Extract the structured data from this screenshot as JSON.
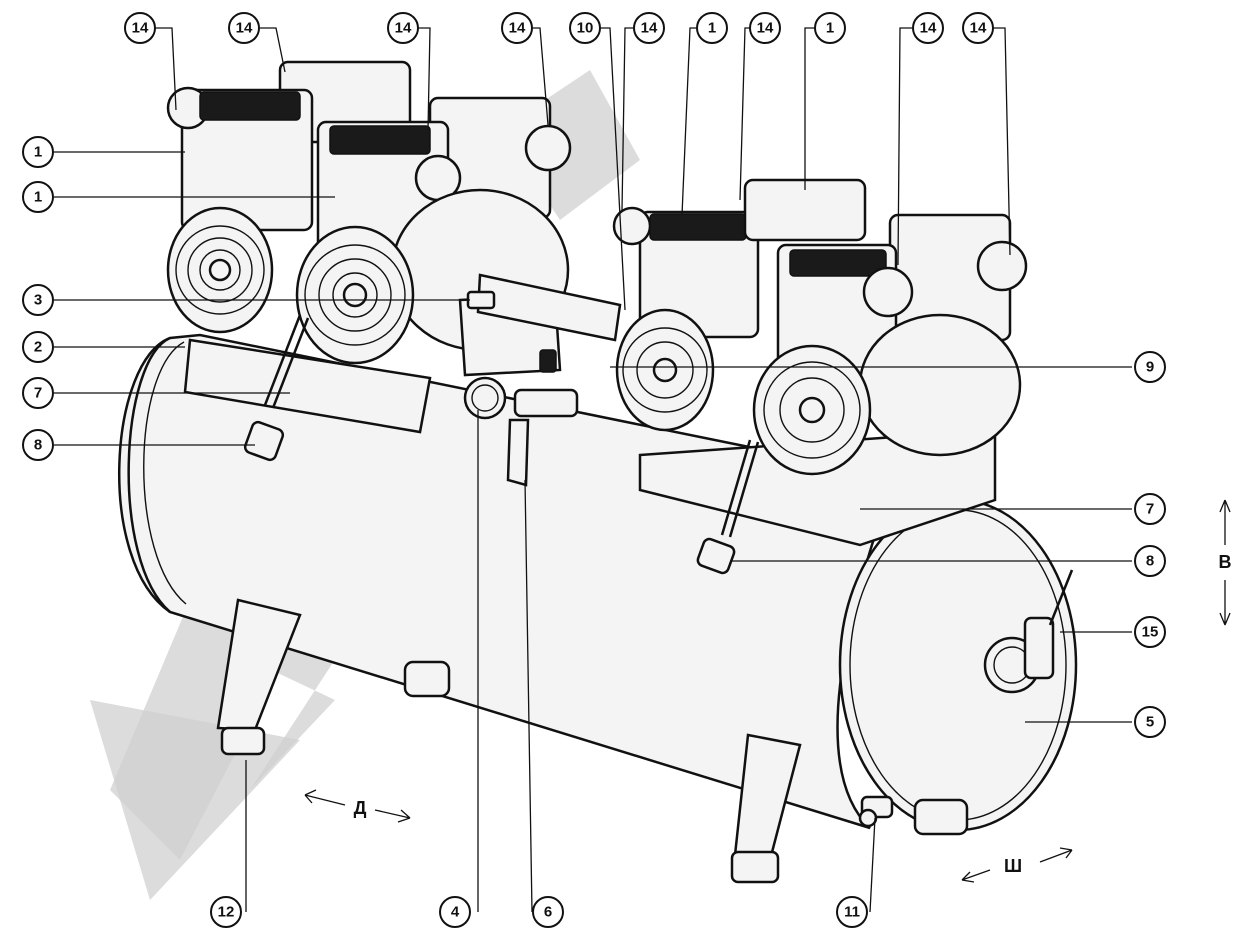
{
  "callouts": {
    "c1": "14",
    "c2": "14",
    "c3": "14",
    "c4": "14",
    "c5": "10",
    "c6": "14",
    "c7": "1",
    "c8": "14",
    "c9": "1",
    "c10": "14",
    "c11": "14",
    "c12": "1",
    "c13": "1",
    "c14": "3",
    "c15": "2",
    "c16": "7",
    "c17": "8",
    "c18": "9",
    "c19": "7",
    "c20": "8",
    "c21": "15",
    "c22": "5",
    "c23": "12",
    "c24": "4",
    "c25": "6",
    "c26": "11"
  },
  "dimensions": {
    "length": "Д",
    "height": "В",
    "width": "Ш"
  },
  "colors": {
    "line": "#111111",
    "watermark": "#d0d0d0",
    "background": "#ffffff"
  },
  "icons": [
    "fan-grille-icon",
    "pressure-gauge-icon",
    "drain-valve-icon",
    "ball-valve-icon"
  ]
}
